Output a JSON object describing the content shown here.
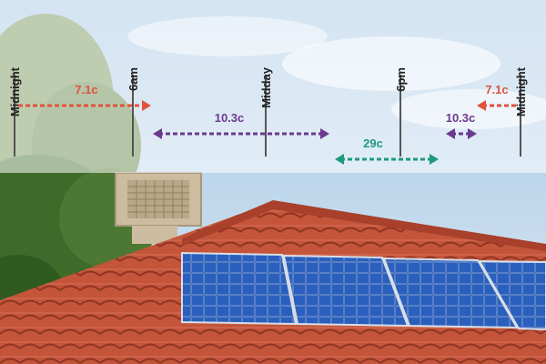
{
  "timeline": {
    "markers": [
      {
        "label": "Midnight"
      },
      {
        "label": "6am"
      },
      {
        "label": "Midday"
      },
      {
        "label": "6pm"
      },
      {
        "label": "Midnight"
      }
    ],
    "rates": [
      {
        "label": "7.1c",
        "color": "#e0533d"
      },
      {
        "label": "10.3c",
        "color": "#6b3a8e"
      },
      {
        "label": "29c",
        "color": "#1f9a7a"
      },
      {
        "label": "10.3c",
        "color": "#6b3a8e"
      },
      {
        "label": "7.1c",
        "color": "#e0533d"
      }
    ]
  },
  "scene": {
    "sky_color": "#bcd6ea",
    "roof_color": "#c4553a",
    "panel_color": "#1f4fa6",
    "tree_color": "#3f6b2a"
  }
}
